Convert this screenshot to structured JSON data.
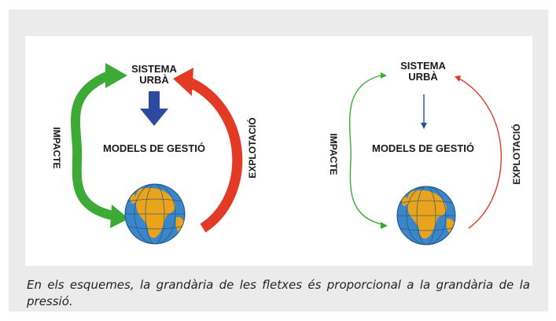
{
  "diagrams": [
    {
      "top_label_line1": "SISTEMA",
      "top_label_line2": "URBÀ",
      "center_label": "MODELS DE GESTIÓ",
      "left_label": "IMPACTE",
      "right_label": "EXPLOTACIÓ",
      "arrow_size": "large",
      "impact_color": "#3daa35",
      "exploitation_color": "#e23a25",
      "management_color": "#2b4aa0"
    },
    {
      "top_label_line1": "SISTEMA",
      "top_label_line2": "URBÀ",
      "center_label": "MODELS DE GESTIÓ",
      "left_label": "IMPACTE",
      "right_label": "EXPLOTACIÓ",
      "arrow_size": "small",
      "impact_color": "#3daa35",
      "exploitation_color": "#e23a25",
      "management_color": "#2b4aa0"
    }
  ],
  "caption": "En els esquemes, la grandària de les fletxes és proporcional a la grandària de la pressió.",
  "globe": {
    "ocean_color": "#3a86c8",
    "land_color": "#e9a31c"
  }
}
